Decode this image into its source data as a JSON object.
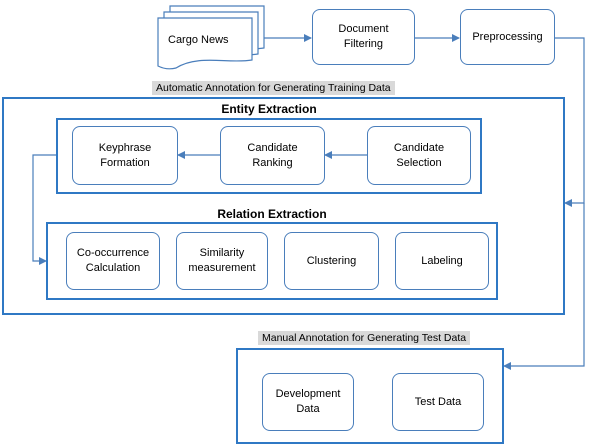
{
  "top_row": {
    "source": "Cargo News",
    "filtering": "Document\nFiltering",
    "preprocessing": "Preprocessing"
  },
  "training_label": "Automatic Annotation for Generating Training Data",
  "entity_extraction": {
    "title": "Entity Extraction",
    "keyphrase": "Keyphrase\nFormation",
    "ranking": "Candidate\nRanking",
    "selection": "Candidate\nSelection"
  },
  "relation_extraction": {
    "title": "Relation Extraction",
    "cooccurrence": "Co-occurrence\nCalculation",
    "similarity": "Similarity\nmeasurement",
    "clustering": "Clustering",
    "labeling": "Labeling"
  },
  "test_label": "Manual Annotation for Generating Test Data",
  "test_section": {
    "development": "Development\nData",
    "test": "Test Data"
  },
  "colors": {
    "frame": "#2f78c4",
    "node_border": "#4a7ebb",
    "arrow": "#4a7ebb",
    "label_bg": "#d9d9d9"
  }
}
